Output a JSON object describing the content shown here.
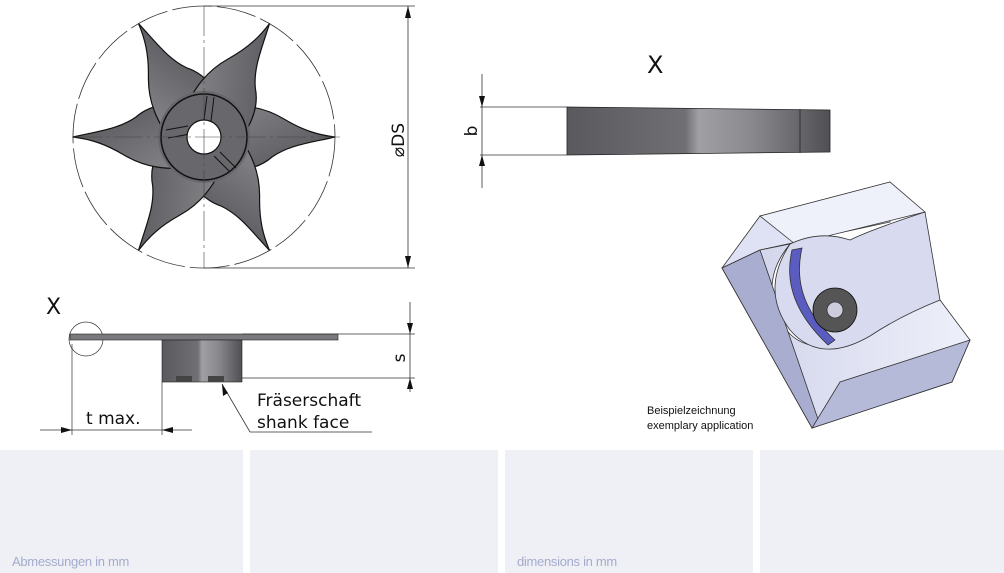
{
  "front_view": {
    "dimension_label": "DS",
    "diameter_symbol": "⌀"
  },
  "side_view": {
    "view_marker": "X",
    "dimension_s": "s",
    "dimension_t": "t max.",
    "shank_label_de": "Fräserschaft",
    "shank_label_en": "shank face"
  },
  "detail_view": {
    "title": "X",
    "dimension_b": "b"
  },
  "example": {
    "caption_de": "Beispielzeichnung",
    "caption_en": "exemplary application"
  },
  "panels": [
    {
      "label": "Abmessungen in mm"
    },
    {
      "label": ""
    },
    {
      "label": "dimensions in mm"
    },
    {
      "label": ""
    }
  ],
  "colors": {
    "panel_bg": "#eff0f6",
    "panel_text": "#a4abcc",
    "steel": "#6e6e72",
    "accent_blue": "#5a5cc0"
  }
}
